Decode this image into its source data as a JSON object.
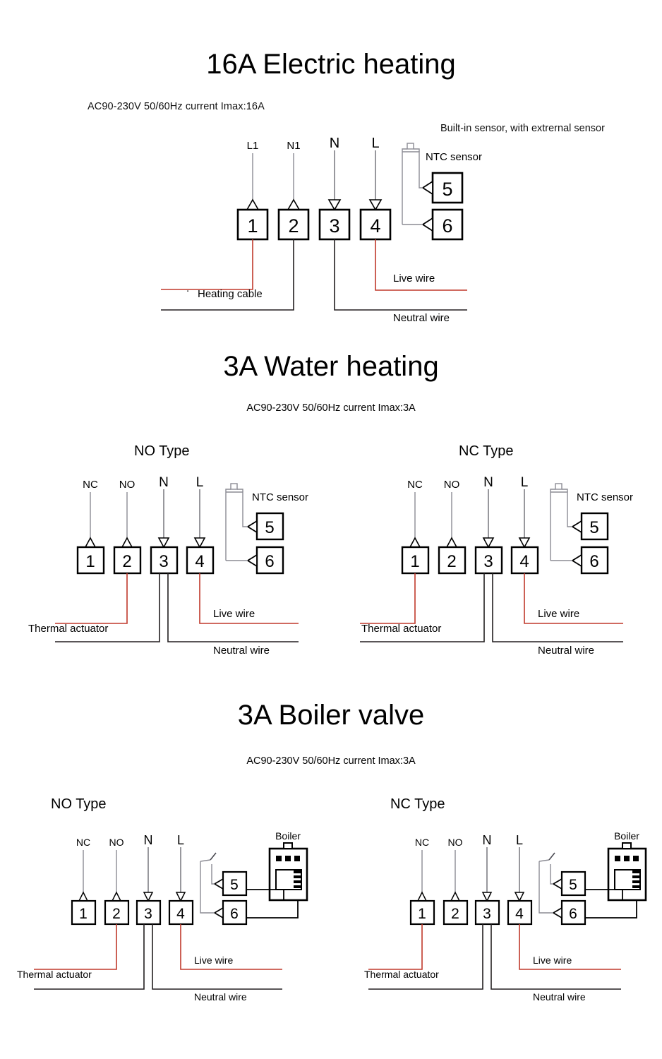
{
  "document": {
    "title": "Thermostat wiring diagrams",
    "background_color": "#ffffff",
    "wire_colors": {
      "live_red": "#c0392b",
      "neutral_black": "#231f20",
      "sensor_gray": "#8c8c94",
      "terminal_black": "#000000"
    }
  },
  "sections": [
    {
      "id": "electric-heating",
      "title": "16A Electric heating",
      "subtitle": "AC90-230V 50/60Hz  current Imax:16A",
      "note": "Built-in sensor, with extrernal sensor",
      "diagrams": [
        {
          "id": "electric-heating-main",
          "type_header": "",
          "terminals": [
            {
              "number": "1",
              "top_label": "L1",
              "arrow": "up"
            },
            {
              "number": "2",
              "top_label": "N1",
              "arrow": "up"
            },
            {
              "number": "3",
              "top_label": "N",
              "arrow": "down"
            },
            {
              "number": "4",
              "top_label": "L",
              "arrow": "down"
            },
            {
              "number": "5",
              "top_label": "",
              "arrow": "left"
            },
            {
              "number": "6",
              "top_label": "",
              "arrow": "left"
            }
          ],
          "sensor_label": "NTC sensor",
          "wire_labels": [
            "Heating cable",
            "Live wire",
            "Neutral wire"
          ]
        }
      ]
    },
    {
      "id": "water-heating",
      "title": "3A Water heating",
      "subtitle": "AC90-230V 50/60Hz  current Imax:3A",
      "note": "",
      "diagrams": [
        {
          "id": "water-heating-no",
          "type_header": "NO Type",
          "terminals": [
            {
              "number": "1",
              "top_label": "NC",
              "arrow": "up"
            },
            {
              "number": "2",
              "top_label": "NO",
              "arrow": "up"
            },
            {
              "number": "3",
              "top_label": "N",
              "arrow": "down"
            },
            {
              "number": "4",
              "top_label": "L",
              "arrow": "down"
            },
            {
              "number": "5",
              "top_label": "",
              "arrow": "left"
            },
            {
              "number": "6",
              "top_label": "",
              "arrow": "left"
            }
          ],
          "sensor_label": "NTC sensor",
          "wire_labels": [
            "Thermal actuator",
            "Live wire",
            "Neutral wire"
          ],
          "actuator_terminal": "2"
        },
        {
          "id": "water-heating-nc",
          "type_header": "NC Type",
          "terminals": [
            {
              "number": "1",
              "top_label": "NC",
              "arrow": "up"
            },
            {
              "number": "2",
              "top_label": "NO",
              "arrow": "up"
            },
            {
              "number": "3",
              "top_label": "N",
              "arrow": "down"
            },
            {
              "number": "4",
              "top_label": "L",
              "arrow": "down"
            },
            {
              "number": "5",
              "top_label": "",
              "arrow": "left"
            },
            {
              "number": "6",
              "top_label": "",
              "arrow": "left"
            }
          ],
          "sensor_label": "NTC sensor",
          "wire_labels": [
            "Thermal actuator",
            "Live wire",
            "Neutral wire"
          ],
          "actuator_terminal": "1"
        }
      ]
    },
    {
      "id": "boiler-valve",
      "title": "3A Boiler valve",
      "subtitle": "AC90-230V 50/60Hz  current Imax:3A",
      "note": "",
      "diagrams": [
        {
          "id": "boiler-valve-no",
          "type_header": "NO Type",
          "terminals": [
            {
              "number": "1",
              "top_label": "NC",
              "arrow": "up"
            },
            {
              "number": "2",
              "top_label": "NO",
              "arrow": "up"
            },
            {
              "number": "3",
              "top_label": "N",
              "arrow": "down"
            },
            {
              "number": "4",
              "top_label": "L",
              "arrow": "down"
            },
            {
              "number": "5",
              "top_label": "",
              "arrow": "left"
            },
            {
              "number": "6",
              "top_label": "",
              "arrow": "left"
            }
          ],
          "appliance_label": "Boiler",
          "wire_labels": [
            "Thermal actuator",
            "Live wire",
            "Neutral wire"
          ],
          "actuator_terminal": "2"
        },
        {
          "id": "boiler-valve-nc",
          "type_header": "NC Type",
          "terminals": [
            {
              "number": "1",
              "top_label": "NC",
              "arrow": "up"
            },
            {
              "number": "2",
              "top_label": "NO",
              "arrow": "up"
            },
            {
              "number": "3",
              "top_label": "N",
              "arrow": "down"
            },
            {
              "number": "4",
              "top_label": "L",
              "arrow": "down"
            },
            {
              "number": "5",
              "top_label": "",
              "arrow": "left"
            },
            {
              "number": "6",
              "top_label": "",
              "arrow": "left"
            }
          ],
          "appliance_label": "Boiler",
          "wire_labels": [
            "Thermal actuator",
            "Live wire",
            "Neutral wire"
          ],
          "actuator_terminal": "1"
        }
      ]
    }
  ]
}
